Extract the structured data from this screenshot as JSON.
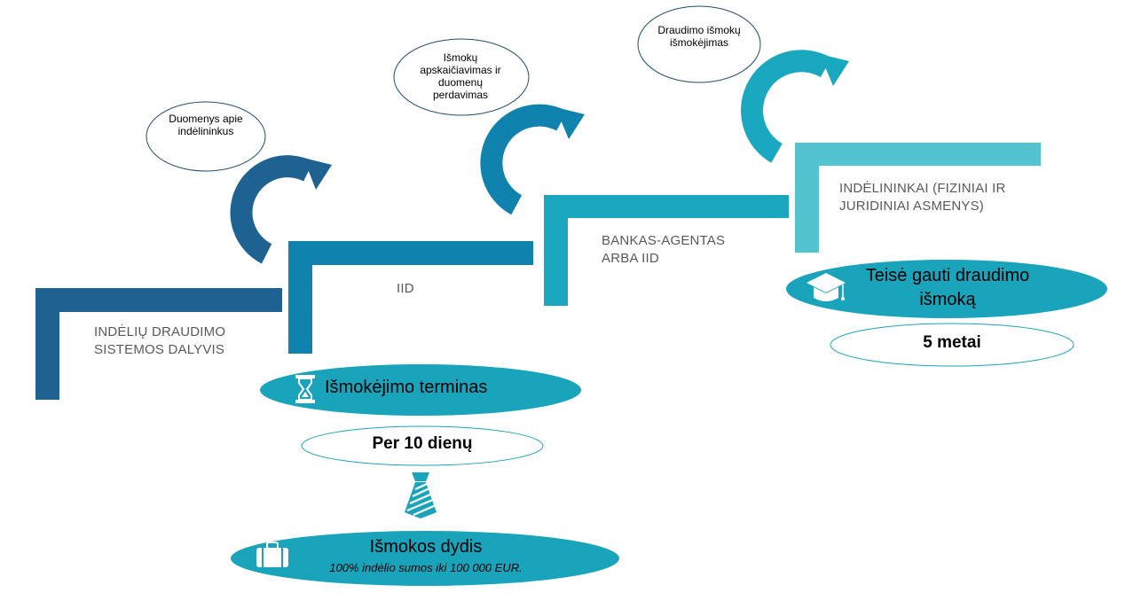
{
  "steps": {
    "step1": "INDĖLIŲ DRAUDIMO SISTEMOS DALYVIS",
    "step2": "IID",
    "step3": "BANKAS-AGENTAS ARBA IID",
    "step4": "INDĖLININKAI (FIZINIAI IR JURIDINIAI ASMENYS)"
  },
  "bubbles": {
    "b1": "Duomenys apie indėlininkus",
    "b2": "Išmokų apskaičiavimas ir duomenų perdavimas",
    "b3": "Draudimo išmokų išmokėjimas"
  },
  "info": {
    "term_title": "Išmokėjimo terminas",
    "term_value": "Per 10 dienų",
    "size_title": "Išmokos dydis",
    "size_value": "100% indėlio sumos iki 100 000 EUR.",
    "right_title": "Teisė gauti draudimo išmoką",
    "right_value": "5 metai"
  },
  "icons": [
    "hourglass-icon",
    "tie-icon",
    "briefcase-icon",
    "graduation-cap-icon",
    "arrow-icon"
  ],
  "colors": {
    "dark": "#1e6291",
    "mid": "#0f82ad",
    "teal": "#1aa7c0",
    "light": "#52c3cf",
    "oval": "#1aa4bb"
  }
}
